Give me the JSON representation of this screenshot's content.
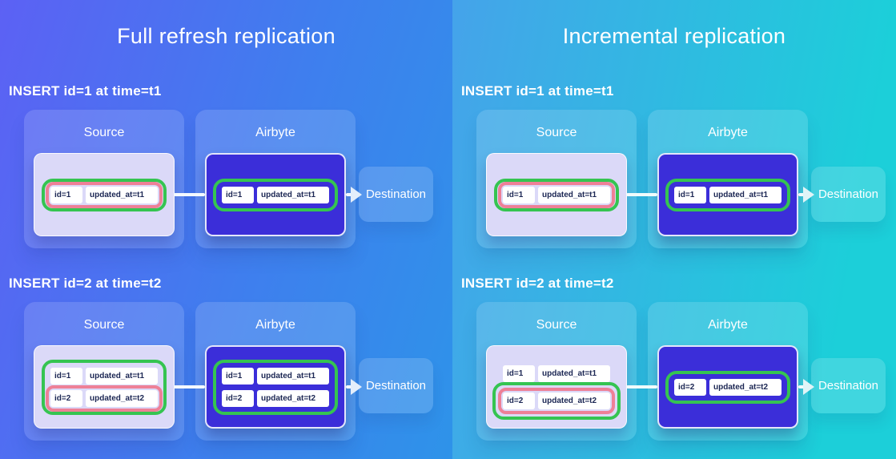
{
  "colors": {
    "green": "#35c451",
    "pink": "#ee8097",
    "indigo": "#3b2ed9",
    "lavender": "#dbd9f8",
    "cell_text": "#1b2653",
    "left_bg": [
      "#5c61f4",
      "#2e93e9"
    ],
    "right_bg": [
      "#45a3ea",
      "#1ccfd9"
    ],
    "line_left": "#f4f9ff",
    "arrow_left": "#e4eefb",
    "line_right": "#f0fbfc",
    "arrow_right": "#e0f4f7"
  },
  "panels": [
    {
      "name": "full-refresh",
      "title": "Full refresh replication",
      "sections": [
        {
          "label": "INSERT id=1 at time=t1",
          "cards": {
            "source": {
              "title": "Source",
              "theme": "light",
              "green_wrap_all": true,
              "rows": [
                {
                  "id": "id=1",
                  "updated": "updated_at=t1",
                  "ring": "pink"
                }
              ]
            },
            "airbyte": {
              "title": "Airbyte",
              "theme": "dark",
              "green_wrap_all": true,
              "rows": [
                {
                  "id": "id=1",
                  "updated": "updated_at=t1",
                  "ring": "none"
                }
              ]
            },
            "destination": {
              "title": "Destination"
            }
          }
        },
        {
          "label": "INSERT id=2 at time=t2",
          "cards": {
            "source": {
              "title": "Source",
              "theme": "light",
              "green_wrap_all": true,
              "rows": [
                {
                  "id": "id=1",
                  "updated": "updated_at=t1",
                  "ring": "none"
                },
                {
                  "id": "id=2",
                  "updated": "updated_at=t2",
                  "ring": "pink"
                }
              ]
            },
            "airbyte": {
              "title": "Airbyte",
              "theme": "dark",
              "green_wrap_all": true,
              "rows": [
                {
                  "id": "id=1",
                  "updated": "updated_at=t1",
                  "ring": "none"
                },
                {
                  "id": "id=2",
                  "updated": "updated_at=t2",
                  "ring": "none"
                }
              ]
            },
            "destination": {
              "title": "Destination"
            }
          }
        }
      ]
    },
    {
      "name": "incremental",
      "title": "Incremental replication",
      "sections": [
        {
          "label": "INSERT id=1 at time=t1",
          "cards": {
            "source": {
              "title": "Source",
              "theme": "light",
              "green_wrap_all": true,
              "rows": [
                {
                  "id": "id=1",
                  "updated": "updated_at=t1",
                  "ring": "pink"
                }
              ]
            },
            "airbyte": {
              "title": "Airbyte",
              "theme": "dark",
              "green_wrap_all": true,
              "rows": [
                {
                  "id": "id=1",
                  "updated": "updated_at=t1",
                  "ring": "none"
                }
              ]
            },
            "destination": {
              "title": "Destination"
            }
          }
        },
        {
          "label": "INSERT id=2 at time=t2",
          "cards": {
            "source": {
              "title": "Source",
              "theme": "light",
              "green_wrap_all": false,
              "rows": [
                {
                  "id": "id=1",
                  "updated": "updated_at=t1",
                  "ring": "none"
                },
                {
                  "id": "id=2",
                  "updated": "updated_at=t2",
                  "ring": "green-pink"
                }
              ]
            },
            "airbyte": {
              "title": "Airbyte",
              "theme": "dark",
              "green_wrap_all": true,
              "rows": [
                {
                  "id": "id=2",
                  "updated": "updated_at=t2",
                  "ring": "none"
                }
              ]
            },
            "destination": {
              "title": "Destination"
            }
          }
        }
      ]
    }
  ]
}
